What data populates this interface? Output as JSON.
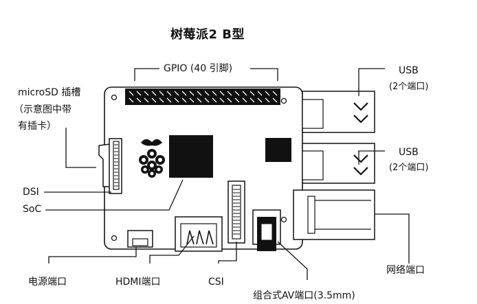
{
  "title": "树莓派2 B型",
  "labels": {
    "gpio": "GPIO (40 引脚)",
    "microsd_line1": "microSD 插槽",
    "microsd_line2": "（示意图中带",
    "microsd_line3": "有插卡）",
    "usb_top": "USB",
    "usb_top_sub": "(2个端口)",
    "usb_bottom": "USB",
    "usb_bottom_sub": "(2个端口)",
    "dsi": "DSI",
    "soc": "SoC",
    "power": "电源端口",
    "hdmi": "HDMI端口",
    "csi": "CSI",
    "av": "组合式AV端口(3.5mm)",
    "ethernet": "网络端口"
  },
  "icons": [
    "raspberry-logo-icon"
  ]
}
